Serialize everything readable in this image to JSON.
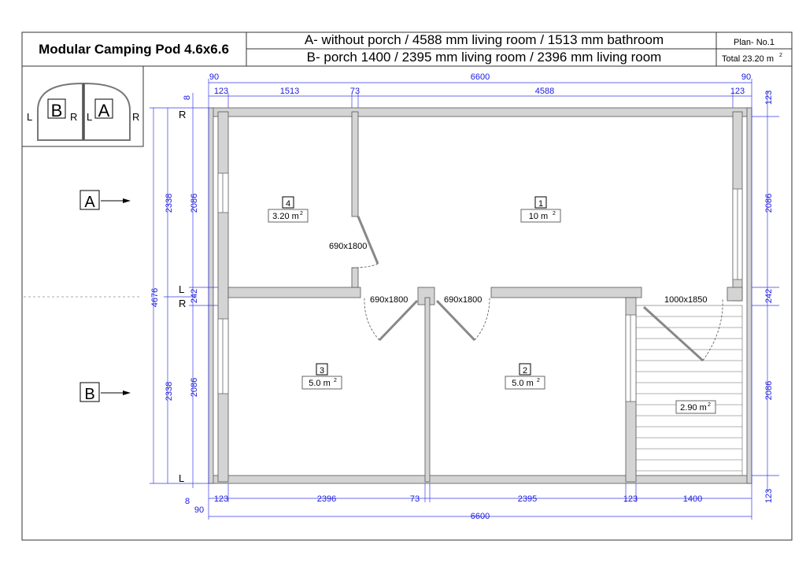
{
  "title_block": {
    "title": "Modular Camping Pod 4.6x6.6",
    "variant_a": "A- without porch / 4588 mm living room / 1513 mm bathroom",
    "variant_b": "B-  porch 1400 / 2395 mm living room / 2396 mm living room",
    "plan_no": "Plan- No.1",
    "total_label": "Total  23.20 m",
    "total_sup": "2"
  },
  "legend": {
    "left_l": "L",
    "b": "B",
    "mid_r": "R",
    "mid_l": "L",
    "a": "A",
    "right_r": "R"
  },
  "section_markers": {
    "a": "A",
    "b": "B"
  },
  "side_marks": {
    "r_top": "R",
    "l_mid": "L",
    "r_mid": "R",
    "l_bottom": "L"
  },
  "rooms": [
    {
      "number": "4",
      "area": "3.20 m",
      "sup": "2"
    },
    {
      "number": "1",
      "area": "10 m",
      "sup": "2"
    },
    {
      "number": "3",
      "area": "5.0 m",
      "sup": "2"
    },
    {
      "number": "2",
      "area": "5.0 m",
      "sup": "2"
    },
    {
      "number": "",
      "area": "2.90 m",
      "sup": "2"
    }
  ],
  "doors": [
    "690x1800",
    "690x1800",
    "690x1800",
    "1000x1850"
  ],
  "dimensions": {
    "top_overall": "6600",
    "top_left_90": "90",
    "top_right_90": "90",
    "top_segments": [
      "123",
      "1513",
      "73",
      "4588",
      "123"
    ],
    "bottom_segments": [
      "123",
      "2396",
      "73",
      "2395",
      "123",
      "1400"
    ],
    "bottom_overall": "6600",
    "bottom_90": "90",
    "bottom_8": "8",
    "left_overall": "4676",
    "left_half_top": "2338",
    "left_half_bottom": "2338",
    "left_inner_top": "2086",
    "left_inner_bottom": "2086",
    "left_mid": "242",
    "left_top_8": "8",
    "right_top": "2086",
    "right_mid": "242",
    "right_bottom": "2086",
    "right_top_123": "123",
    "right_bottom_123": "123"
  }
}
